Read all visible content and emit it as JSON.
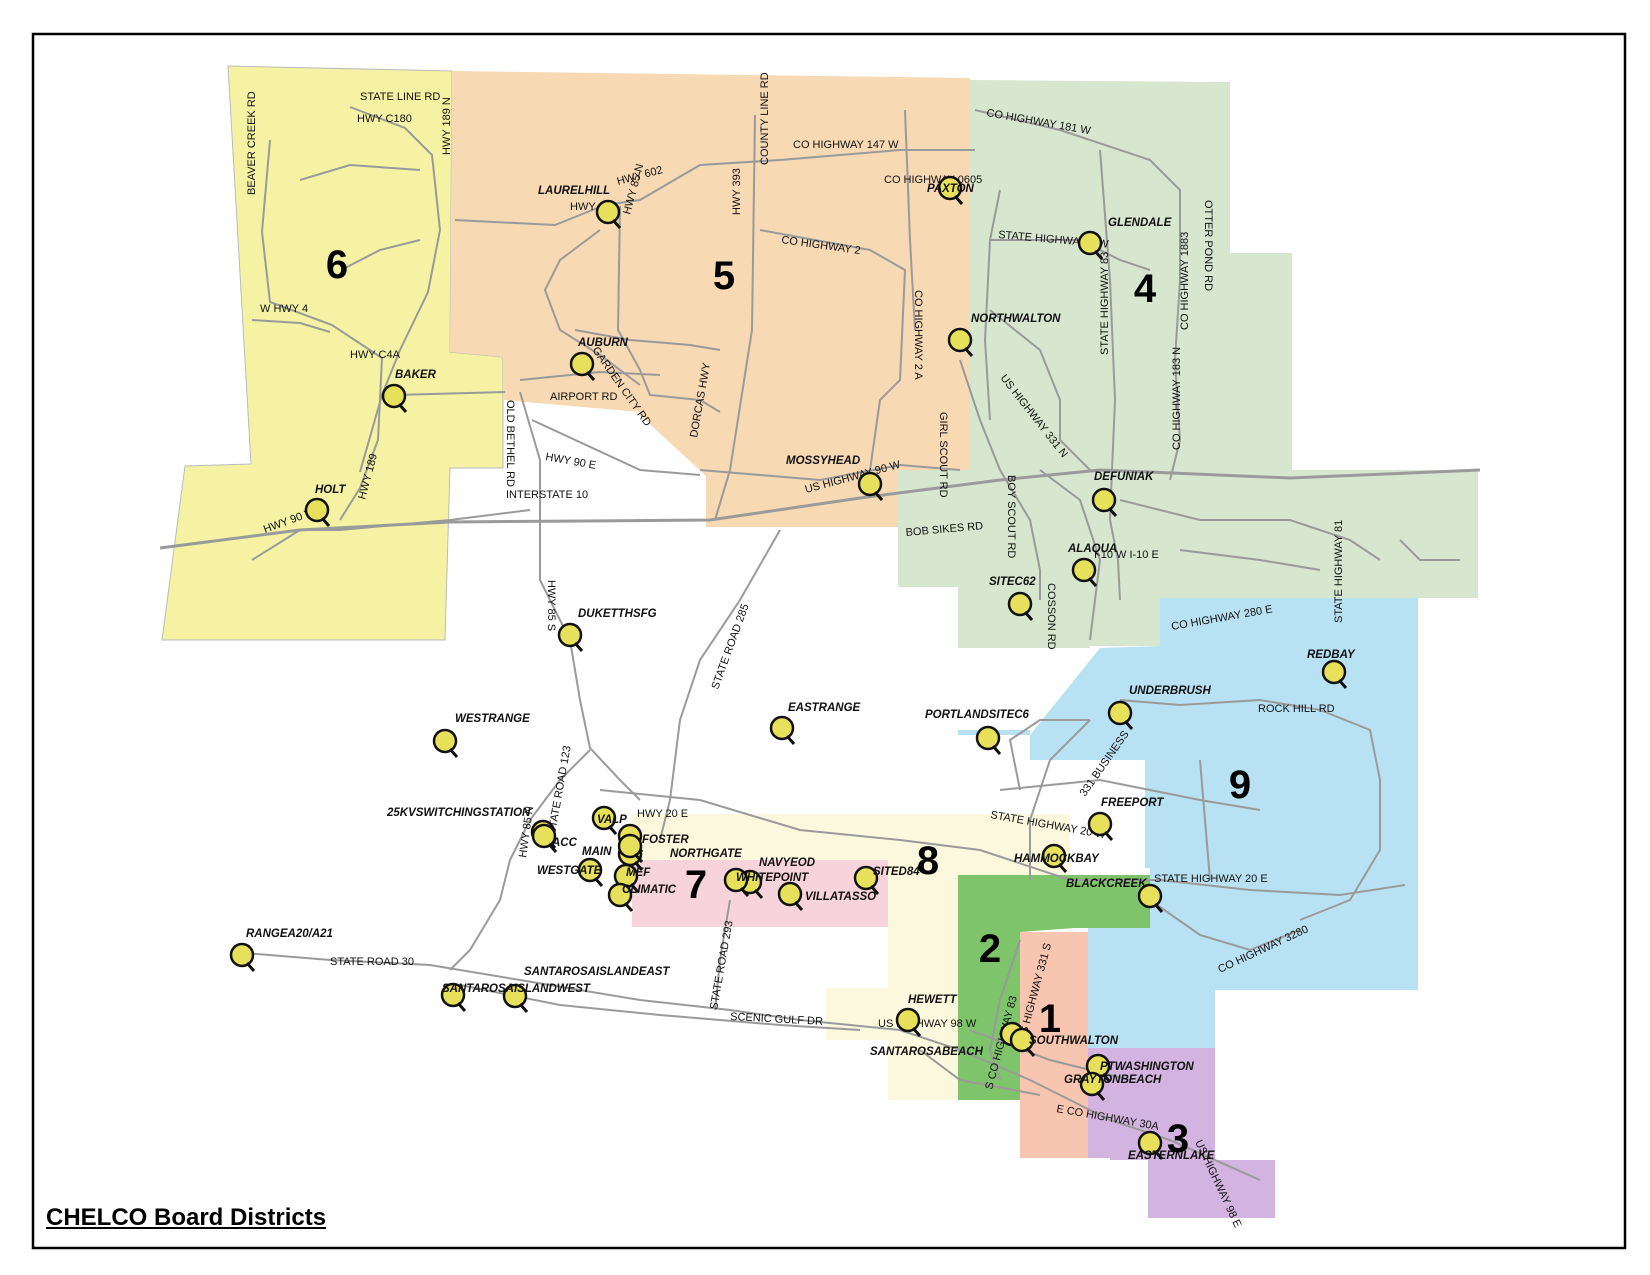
{
  "title": "CHELCO Board Districts",
  "colors": {
    "district_1": "#f8c6b0",
    "district_2": "#7ec46a",
    "district_3": "#d3b3e0",
    "district_4": "#d6e6cf",
    "district_5": "#f7d9b4",
    "district_6": "#f5f2a4",
    "district_7": "#f7d4dc",
    "district_8": "#fbf8dd",
    "district_9": "#b8e2f3",
    "road": "#9a9a9a",
    "frame": "#000000"
  },
  "districts": [
    "1",
    "2",
    "3",
    "4",
    "5",
    "6",
    "7",
    "8",
    "9"
  ],
  "roads": [
    "STATE LINE RD",
    "HWY C180",
    "BEAVER CREEK RD",
    "HWY 189 N",
    "W HWY 4",
    "HWY C4A",
    "HWY 90 W",
    "HWY 189",
    "OLD BETHEL RD",
    "AIRPORT RD",
    "HWY 90 E",
    "INTERSTATE 10",
    "HWY 2",
    "HWY 602",
    "HWY 85 N",
    "GARDEN CITY RD",
    "COUNTY LINE RD",
    "HWY 393",
    "CO HIGHWAY 147 W",
    "CO HIGHWAY 2",
    "CO HIGHWAY 0605",
    "CO HIGHWAY 2 A",
    "DORCAS HWY",
    "US HIGHWAY 90 W",
    "GIRL SCOUT RD",
    "CO HIGHWAY 181 W",
    "STATE HIGHWAY 2 W",
    "OTTER POND RD",
    "CO HIGHWAY 1883",
    "STATE HIGHWAY 83",
    "US HIGHWAY 331 N",
    "CO HIGHWAY 183 N",
    "BOY SCOUT RD",
    "BOB SIKES RD",
    "COSSON RD",
    "I-10 W I-10 E",
    "STATE HIGHWAY 81",
    "CO HIGHWAY 280 E",
    "ROCK HILL RD",
    "HWY 85 S",
    "STATE ROAD 285",
    "331 BUSINESS",
    "STATE HIGHWAY 20 W",
    "STATE HIGHWAY 20 E",
    "CO HIGHWAY 3280",
    "HWY 20 E",
    "STATE ROAD 123",
    "HWY 85 N",
    "STATE ROAD 30",
    "STATE ROAD 293",
    "SCENIC GULF DR",
    "US HIGHWAY 98 W",
    "S CO HIGHWAY 83",
    "US HIGHWAY 331 S",
    "E CO HIGHWAY 30A",
    "US HIGHWAY 98 E"
  ],
  "stations": [
    "LAURELHILL",
    "AUBURN",
    "BAKER",
    "HOLT",
    "PAXTON",
    "GLENDALE",
    "NORTHWALTON",
    "MOSSYHEAD",
    "DEFUNIAK",
    "ALAQUA",
    "SITEC62",
    "DUKETTHSFG",
    "REDBAY",
    "UNDERBRUSH",
    "WESTRANGE",
    "EASTRANGE",
    "PORTLANDSITEC6",
    "FREEPORT",
    "25KVSWITCHINGSTATION",
    "VALP",
    "ACC",
    "FOSTER",
    "MAIN",
    "NORTHGATE",
    "WESTGATE",
    "MEF",
    "CLIMATIC",
    "NAVYEOD",
    "WHITEPOINT",
    "VILLATASSO",
    "SITED84",
    "HAMMOCKBAY",
    "BLACKCREEK",
    "RANGEA20/A21",
    "SANTAROSAISLANDEAST",
    "SANTAROSAISLANDWEST",
    "HEWETT",
    "SANTAROSABEACH",
    "SOUTHWALTON",
    "PTWASHINGTON",
    "GRAYTONBEACH",
    "EASTERNLAKE"
  ]
}
